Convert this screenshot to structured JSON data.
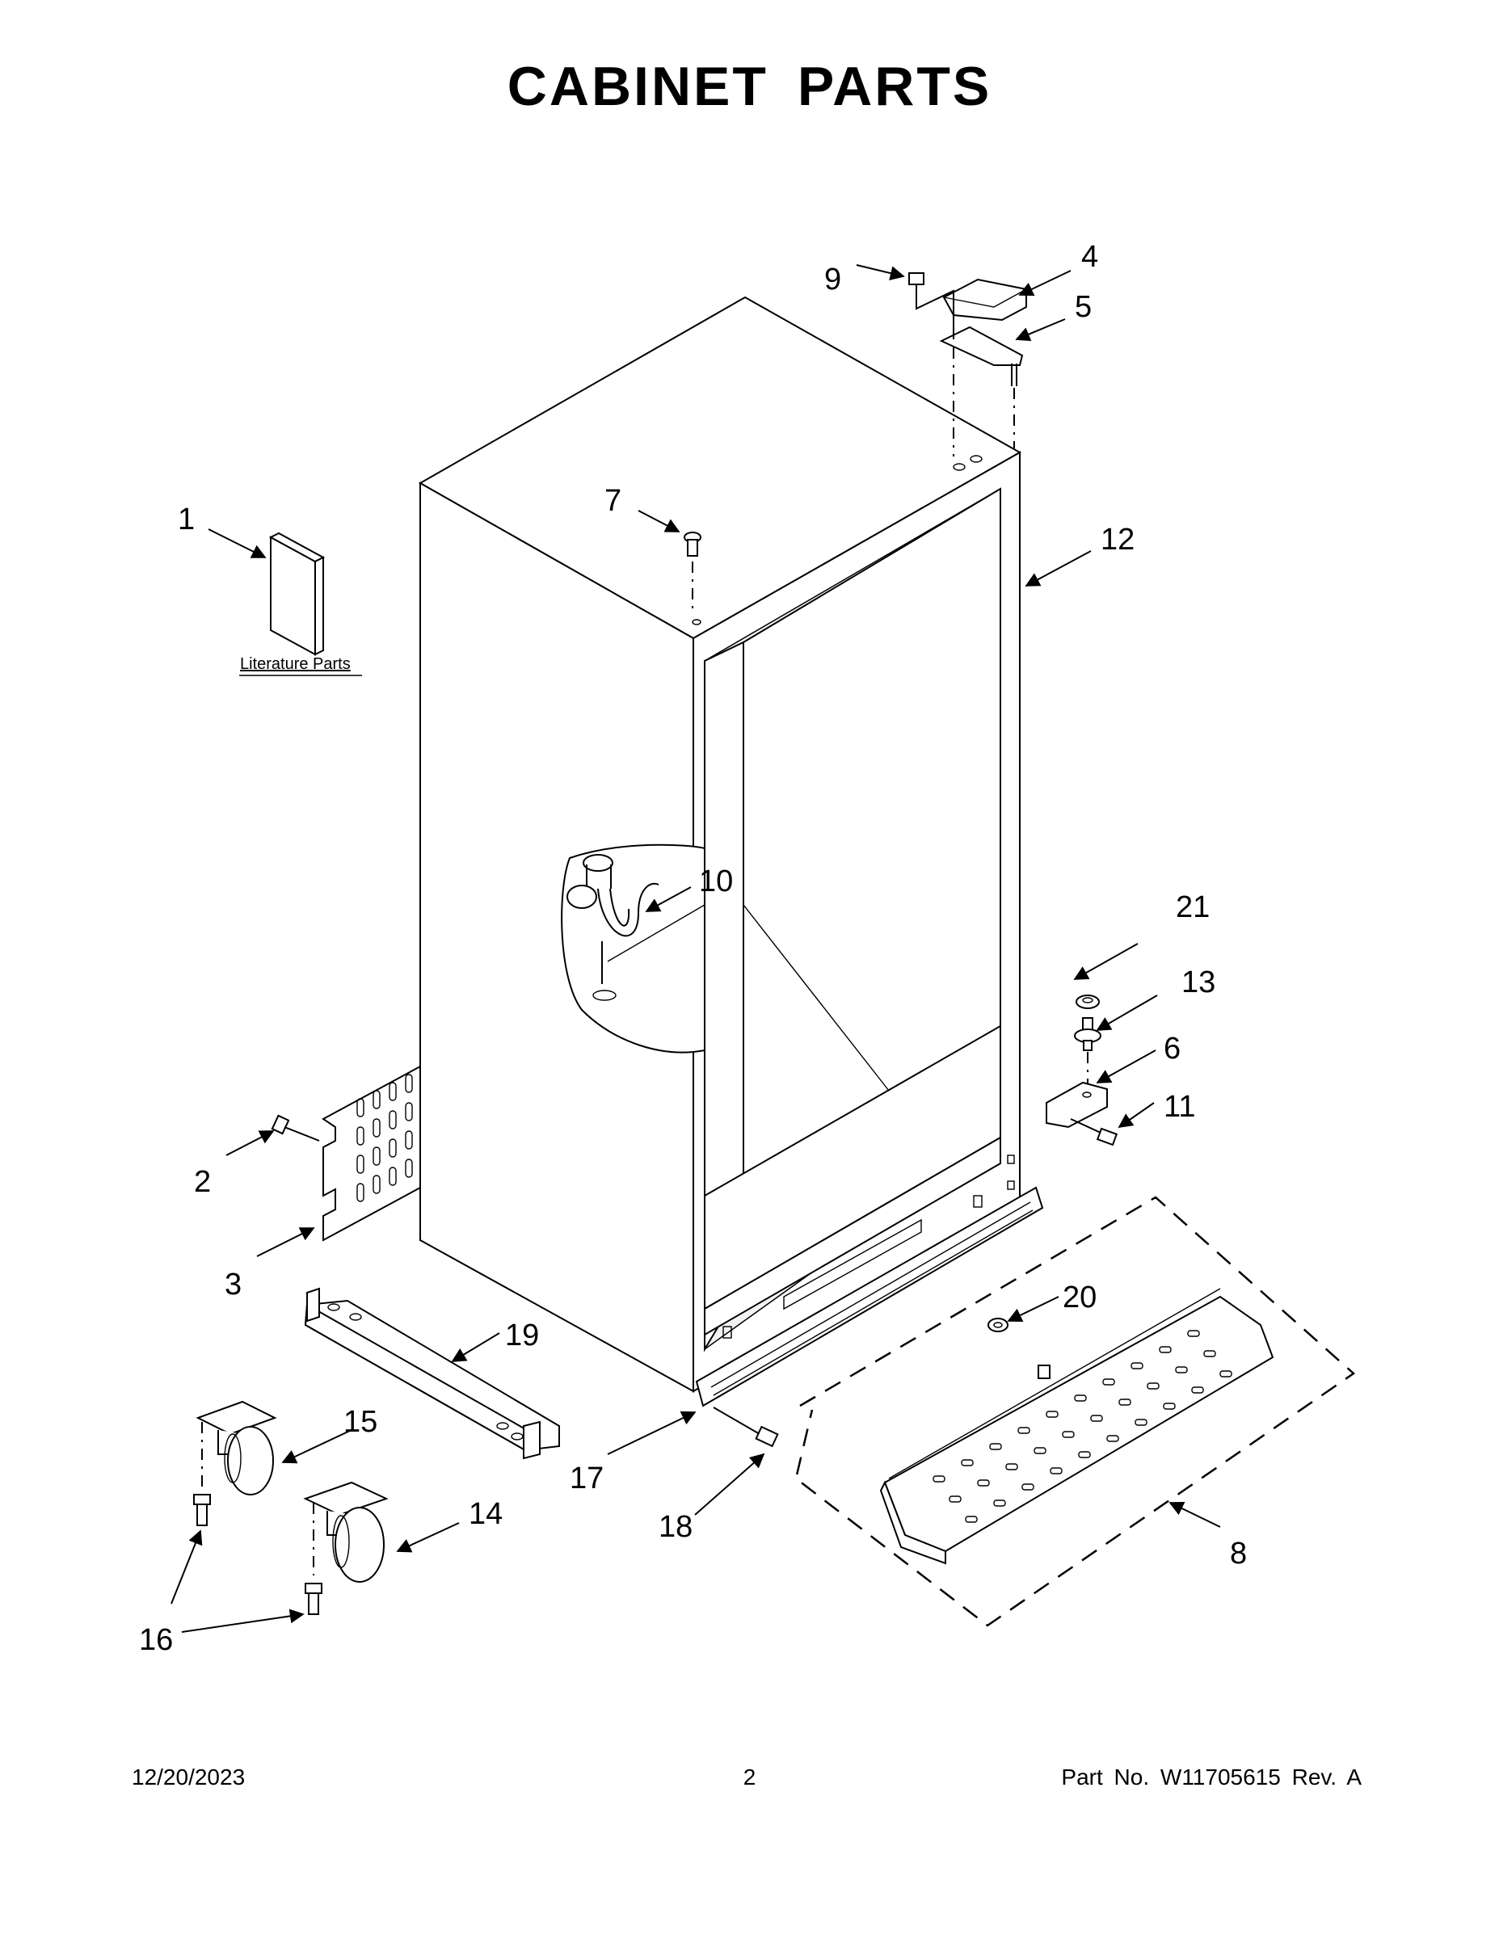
{
  "page": {
    "title": "CABINET PARTS",
    "footer": {
      "date": "12/20/2023",
      "page_number": "2",
      "part_number": "Part No.  W11705615  Rev.  A"
    }
  },
  "literature": {
    "label": "Literature Parts"
  },
  "callouts": [
    {
      "id": "c1",
      "text": "1"
    },
    {
      "id": "c2",
      "text": "2"
    },
    {
      "id": "c3",
      "text": "3"
    },
    {
      "id": "c4",
      "text": "4"
    },
    {
      "id": "c5",
      "text": "5"
    },
    {
      "id": "c6",
      "text": "6"
    },
    {
      "id": "c7",
      "text": "7"
    },
    {
      "id": "c8",
      "text": "8"
    },
    {
      "id": "c9",
      "text": "9"
    },
    {
      "id": "c10",
      "text": "10"
    },
    {
      "id": "c11",
      "text": "11"
    },
    {
      "id": "c12",
      "text": "12"
    },
    {
      "id": "c13",
      "text": "13"
    },
    {
      "id": "c14",
      "text": "14"
    },
    {
      "id": "c15",
      "text": "15"
    },
    {
      "id": "c16",
      "text": "16"
    },
    {
      "id": "c17",
      "text": "17"
    },
    {
      "id": "c18",
      "text": "18"
    },
    {
      "id": "c19",
      "text": "19"
    },
    {
      "id": "c20",
      "text": "20"
    },
    {
      "id": "c21",
      "text": "21"
    }
  ]
}
